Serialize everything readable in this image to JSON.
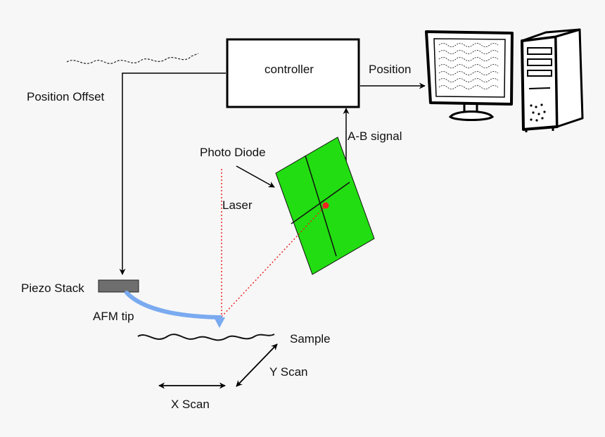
{
  "labels": {
    "controller": "controller",
    "position": "Position",
    "position_offset": "Position Offset",
    "ab_signal": "A-B signal",
    "photo_diode": "Photo Diode",
    "laser": "Laser",
    "piezo_stack": "Piezo Stack",
    "afm_tip": "AFM tip",
    "sample": "Sample",
    "y_scan": "Y Scan",
    "x_scan": "X Scan"
  },
  "icons": {
    "computer": "computer-icon",
    "photodiode": "photodiode-panel"
  },
  "colors": {
    "photodiode_fill": "#22dd11",
    "laser": "#ee2222",
    "cantilever": "#7aaaf0",
    "piezo": "#6e6e6e",
    "background": "#f7f7f7"
  }
}
